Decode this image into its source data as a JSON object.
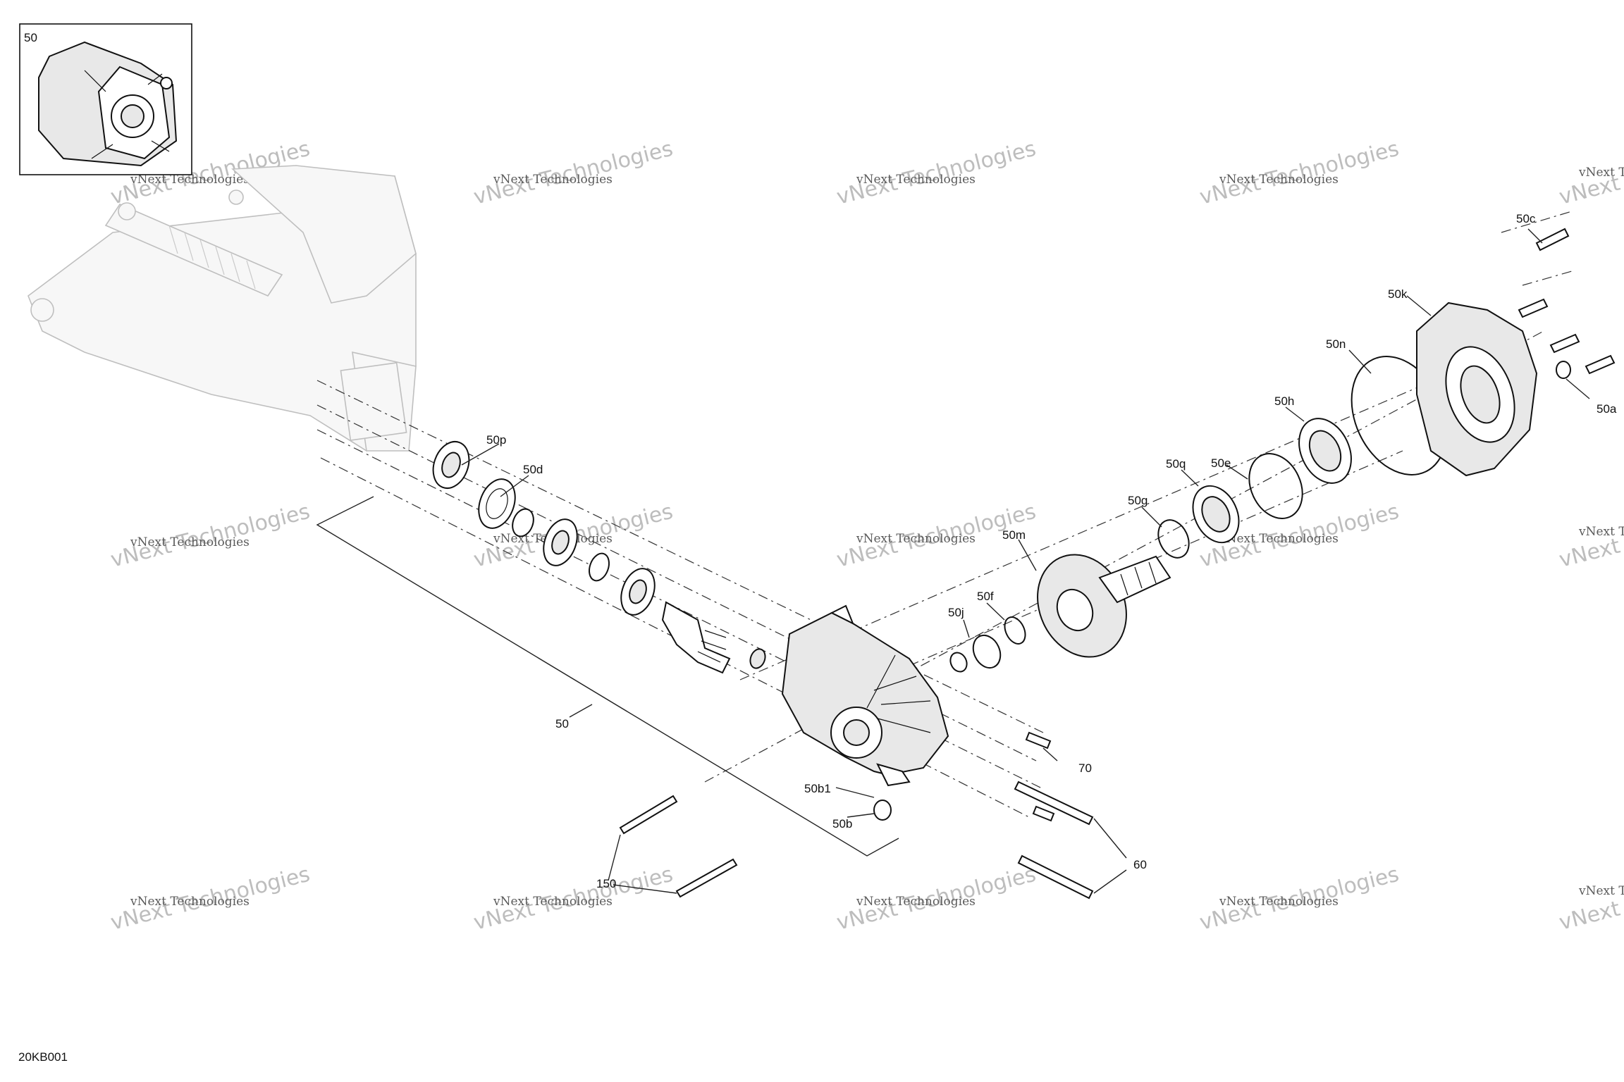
{
  "drawing_code": "20KB001",
  "inset_label": "50",
  "watermark": {
    "line1": "vNext Technologies",
    "line2": "vNext Technologies"
  },
  "callouts": {
    "c50c": "50c",
    "c50k": "50k",
    "c50n": "50n",
    "c50a": "50a",
    "c50h": "50h",
    "c50e": "50e",
    "c50q": "50q",
    "c50g": "50g",
    "c50m": "50m",
    "c50f": "50f",
    "c50j": "50j",
    "c50p": "50p",
    "c50d": "50d",
    "c50": "50",
    "c70": "70",
    "c50b1": "50b1",
    "c50b": "50b",
    "c60": "60",
    "c150": "150"
  }
}
